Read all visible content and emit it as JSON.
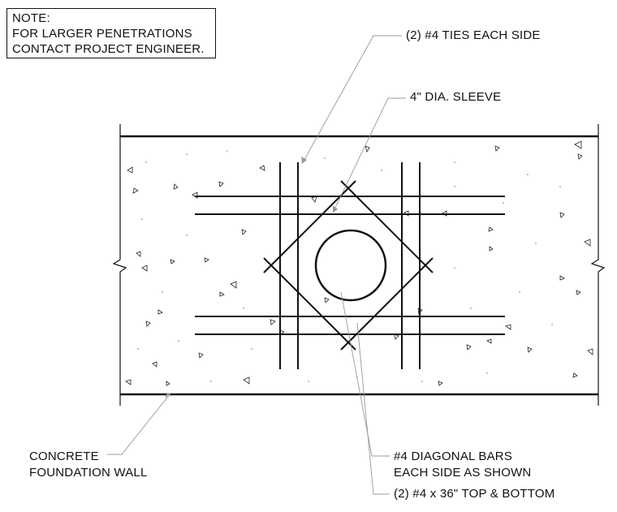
{
  "note": {
    "title": "NOTE:",
    "line1": "FOR LARGER PENETRATIONS",
    "line2": "CONTACT PROJECT ENGINEER."
  },
  "callouts": {
    "ties": "(2) #4 TIES EACH SIDE",
    "sleeve": "4\" DIA. SLEEVE",
    "concrete_line1": "CONCRETE",
    "concrete_line2": "FOUNDATION WALL",
    "diagonal_line1": "#4 DIAGONAL BARS",
    "diagonal_line2": "EACH SIDE AS SHOWN",
    "top_bottom": "(2) #4 x 36\" TOP & BOTTOM"
  }
}
